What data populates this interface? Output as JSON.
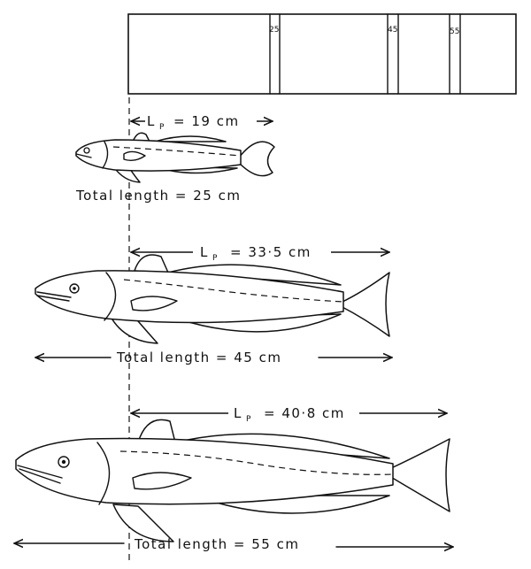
{
  "gauge": {
    "marks": [
      "25",
      "45",
      "55"
    ]
  },
  "fish": [
    {
      "lp_label": "L",
      "lp_sub": "P",
      "lp_value": "= 19 cm",
      "total_label": "Total length = 25 cm"
    },
    {
      "lp_label": "L",
      "lp_sub": "P",
      "lp_value": "= 33·5 cm",
      "total_label": "Total length = 45 cm"
    },
    {
      "lp_label": "L",
      "lp_sub": "P",
      "lp_value": "= 40·8 cm",
      "total_label": "Total length = 55 cm"
    }
  ],
  "colors": {
    "ink": "#111111",
    "paper": "#ffffff"
  }
}
